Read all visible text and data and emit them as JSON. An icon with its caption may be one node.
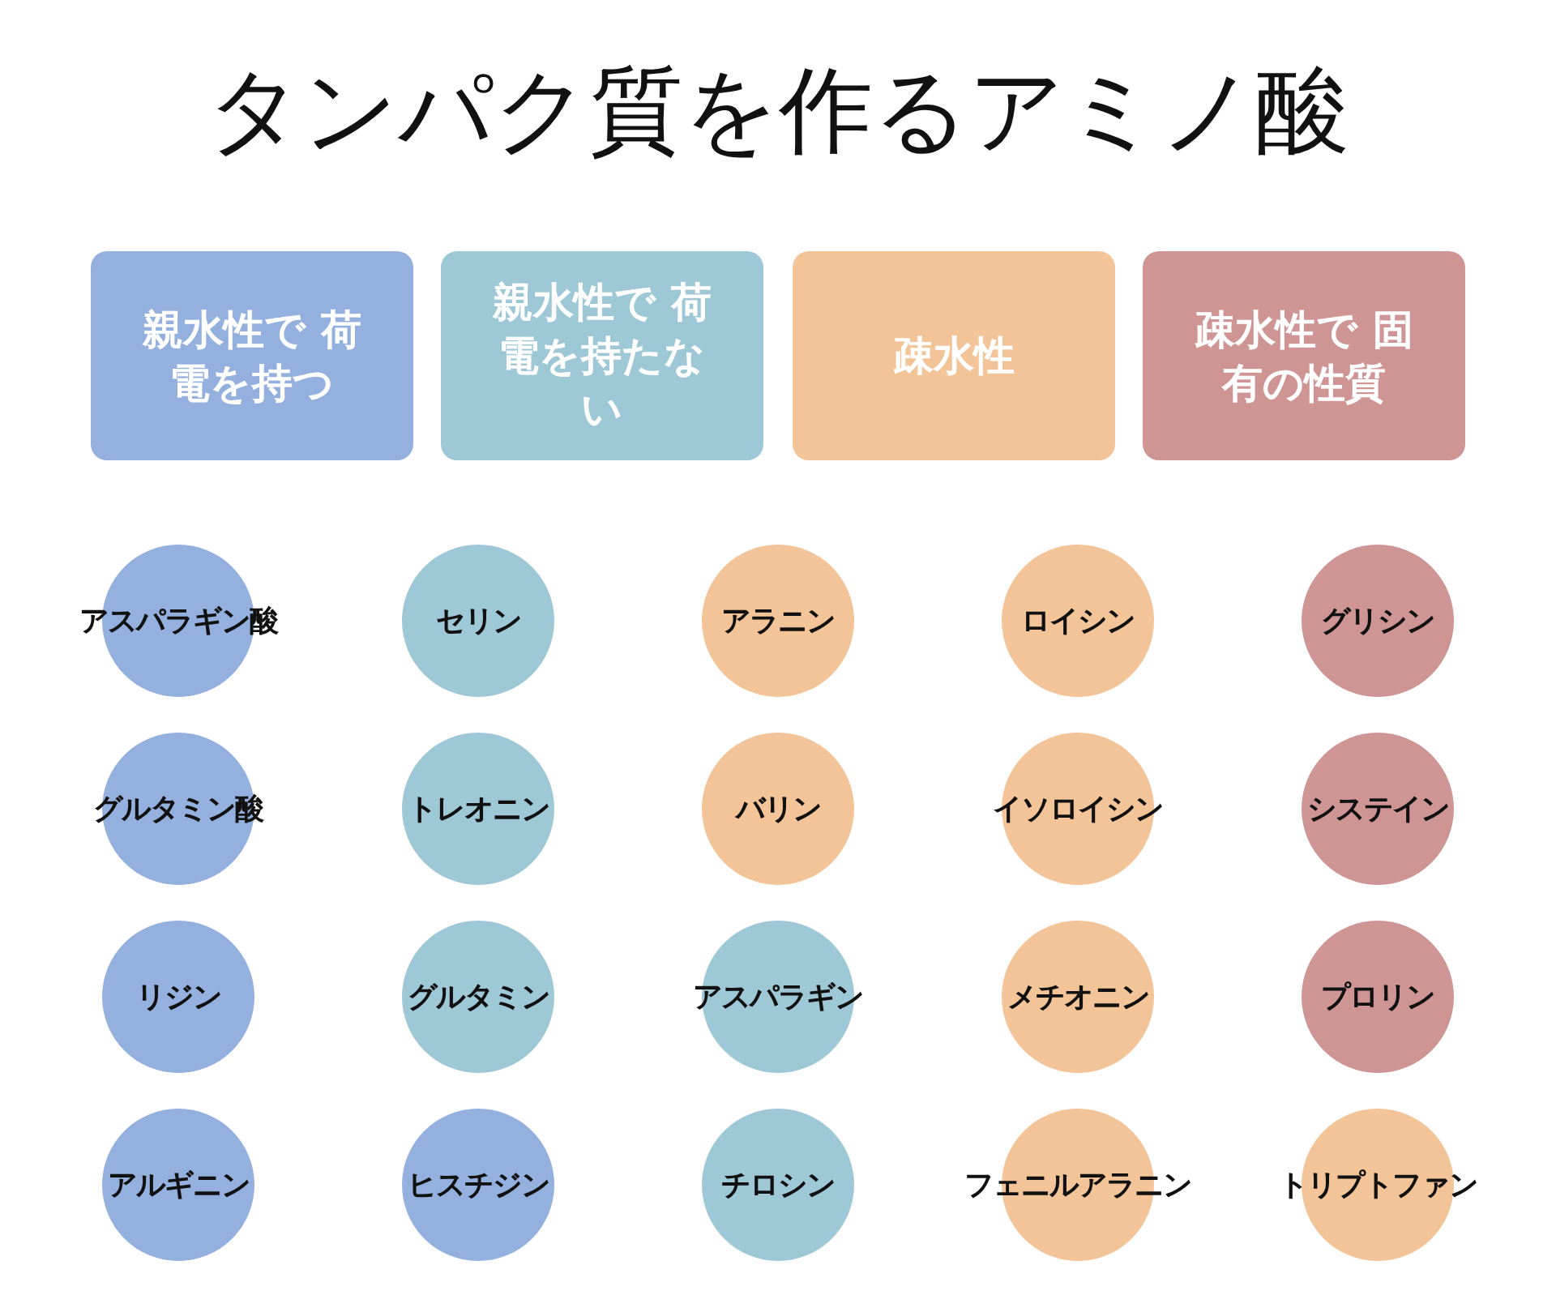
{
  "diagram": {
    "title": "タンパク質を作るアミノ酸",
    "nodes": [
      {
        "text": [
          "親水性で 荷電を持つ"
        ]
      },
      {
        "text": [
          "親水性で 荷電を持たない"
        ]
      },
      {
        "text": [
          "疎水性"
        ]
      },
      {
        "text": [
          "疎水性で 固有の性質"
        ]
      },
      {
        "text": [
          "アスパラギン酸"
        ]
      },
      {
        "text": [
          "セリン"
        ]
      },
      {
        "text": [
          "アラニン"
        ]
      },
      {
        "text": [
          "ロイシン"
        ]
      },
      {
        "text": [
          "グリシン"
        ]
      },
      {
        "text": [
          "グルタミン酸"
        ]
      },
      {
        "text": [
          "トレオニン"
        ]
      },
      {
        "text": [
          "バリン"
        ]
      },
      {
        "text": [
          "イソロイシン"
        ]
      },
      {
        "text": [
          "システイン"
        ]
      },
      {
        "text": [
          "リジン"
        ]
      },
      {
        "text": [
          "グルタミン"
        ]
      },
      {
        "text": [
          "アスパラギン"
        ]
      },
      {
        "text": [
          "メチオニン"
        ]
      },
      {
        "text": [
          "プロリン"
        ]
      },
      {
        "text": [
          "アルギニン"
        ]
      },
      {
        "text": [
          "ヒスチジン"
        ]
      },
      {
        "text": [
          "チロシン"
        ]
      },
      {
        "text": [
          "フェニルアラニン"
        ]
      },
      {
        "text": [
          "トリプトファン"
        ]
      }
    ]
  }
}
